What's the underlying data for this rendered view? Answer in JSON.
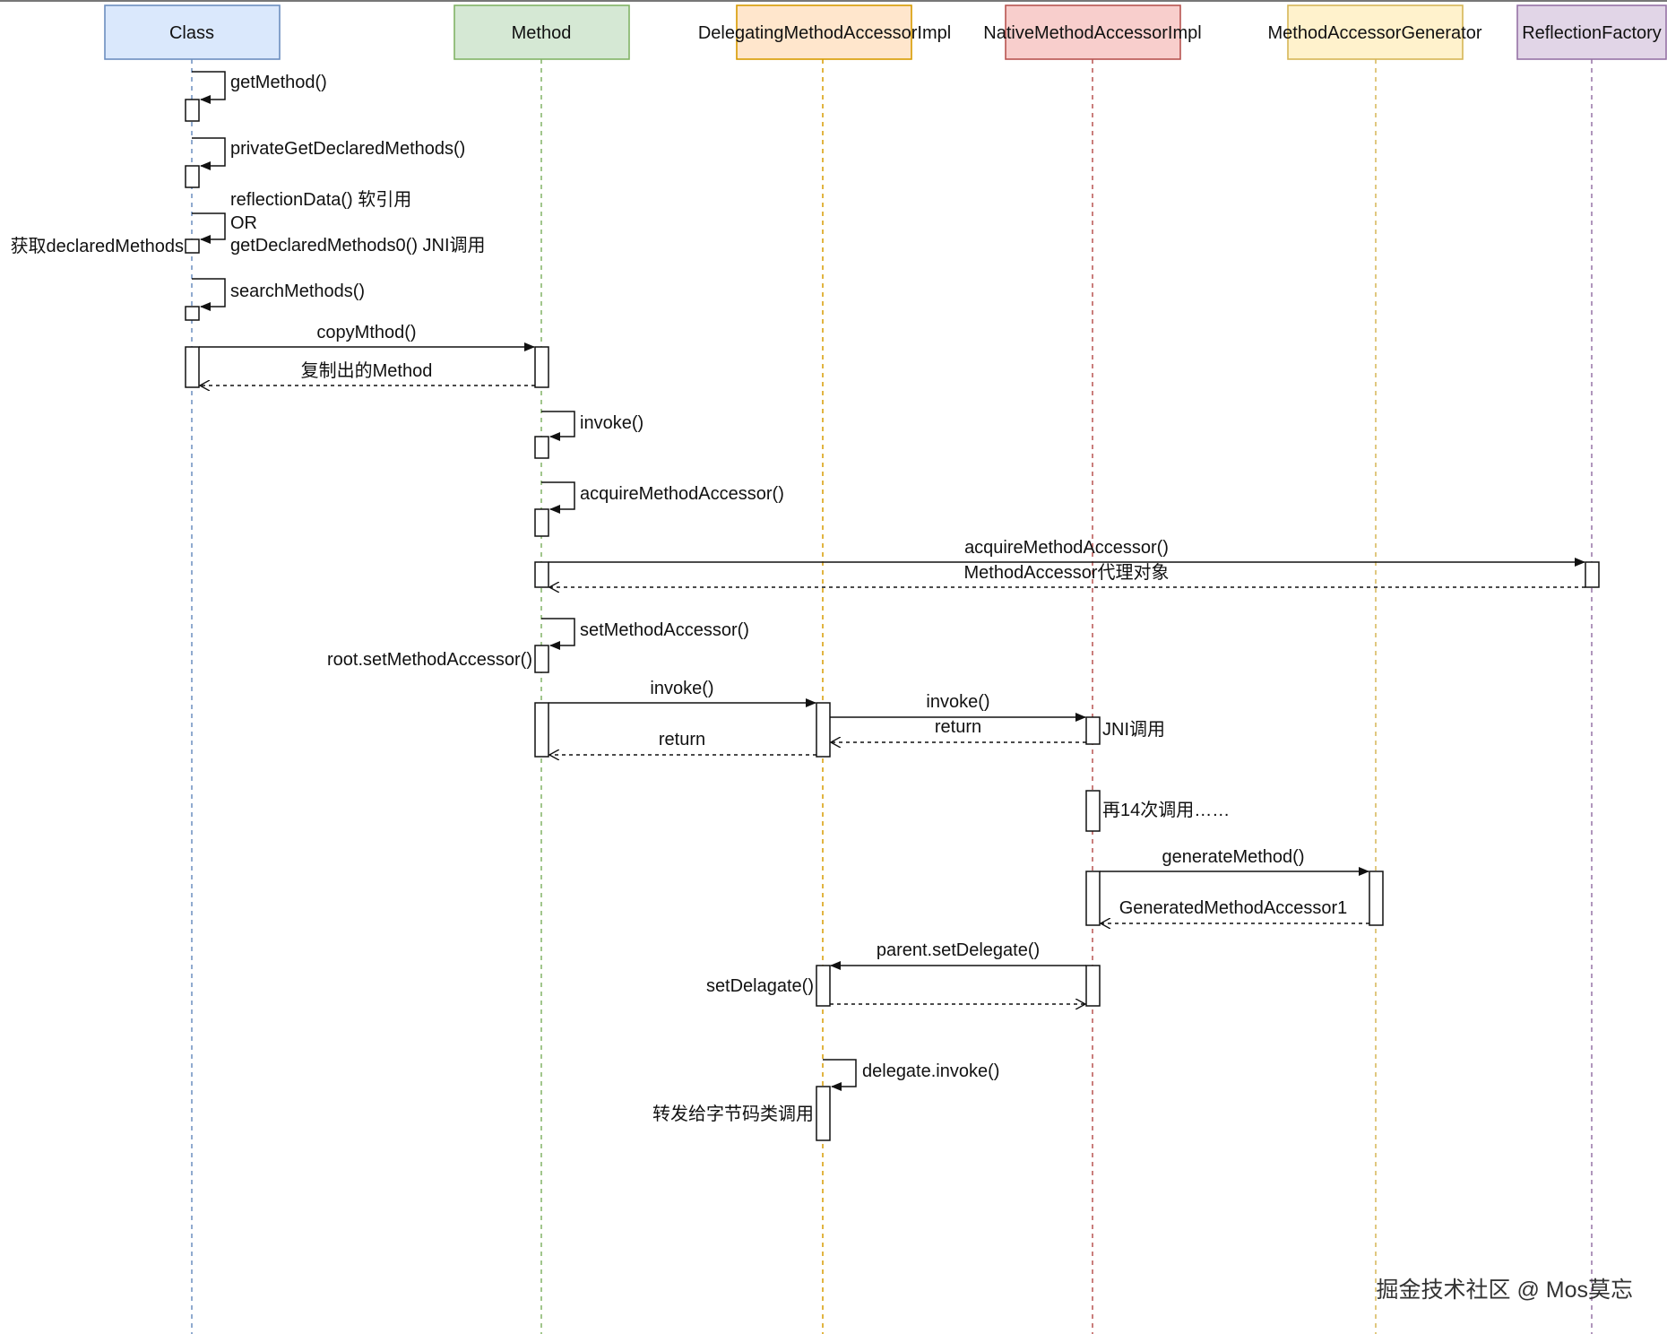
{
  "participants": [
    {
      "id": "class",
      "label": "Class",
      "fill": "#dae8fc",
      "stroke": "#6c8ebf"
    },
    {
      "id": "method",
      "label": "Method",
      "fill": "#d5e8d4",
      "stroke": "#82b366"
    },
    {
      "id": "delegating",
      "label": "DelegatingMethodAccessorImpl",
      "fill": "#ffe6cc",
      "stroke": "#d79b00"
    },
    {
      "id": "native",
      "label": "NativeMethodAccessorImpl",
      "fill": "#f8cecc",
      "stroke": "#b85450"
    },
    {
      "id": "generator",
      "label": "MethodAccessorGenerator",
      "fill": "#fff2cc",
      "stroke": "#d6b656"
    },
    {
      "id": "factory",
      "label": "ReflectionFactory",
      "fill": "#e1d5e7",
      "stroke": "#9673a6"
    }
  ],
  "messages": {
    "get_method": "getMethod()",
    "private_get_declared_methods": "privateGetDeclaredMethods()",
    "reflection_data_1": "reflectionData() 软引用",
    "reflection_data_2": "OR",
    "reflection_data_3": "getDeclaredMethods0() JNI调用",
    "search_methods": "searchMethods()",
    "copy_method": "copyMthod()",
    "copy_method_return": "复制出的Method",
    "method_invoke": "invoke()",
    "acquire_self": "acquireMethodAccessor()",
    "acquire_factory": "acquireMethodAccessor()",
    "acquire_return": "MethodAccessor代理对象",
    "set_accessor": "setMethodAccessor()",
    "invoke_delegating": "invoke()",
    "invoke_delegating_return": "return",
    "invoke_native": "invoke()",
    "invoke_native_return": "return",
    "generate_method": "generateMethod()",
    "generate_return": "GeneratedMethodAccessor1",
    "parent_set_delegate": "parent.setDelegate()",
    "delegate_invoke": "delegate.invoke()"
  },
  "notes": {
    "get_declared": "获取declaredMethods",
    "root_set": "root.setMethodAccessor()",
    "jni": "JNI调用",
    "repeat": "再14次调用……",
    "set_delagate": "setDelagate()",
    "forward": "转发给字节码类调用"
  },
  "watermark": "掘金技术社区 @ Mos莫忘"
}
